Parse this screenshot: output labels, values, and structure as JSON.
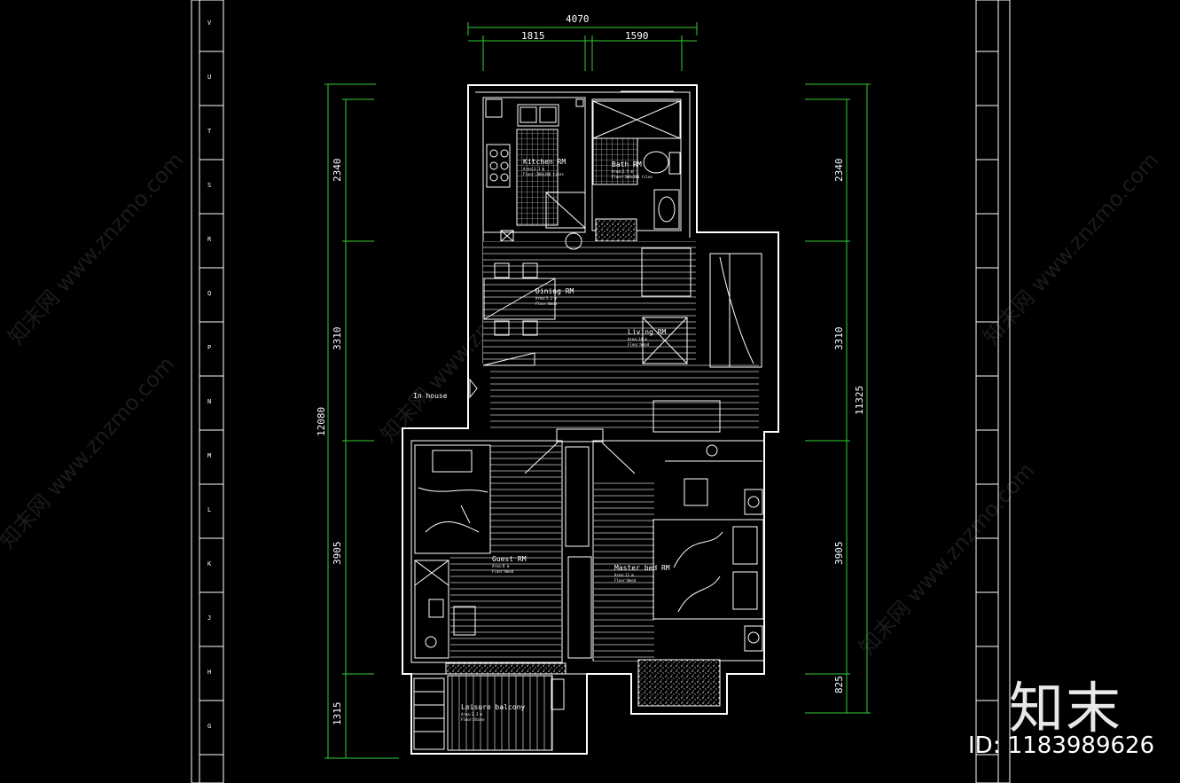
{
  "drawing": {
    "overall_width": "4070",
    "width_left": "1815",
    "width_right": "1590",
    "overall_height_left": "12080",
    "overall_height_right": "11325",
    "left_segments": [
      "2340",
      "3310",
      "3905",
      "1315"
    ],
    "right_segments": [
      "2340",
      "3310",
      "3905",
      "825"
    ],
    "entry_label": "In house",
    "grid_ticks": [
      "V",
      "U",
      "T",
      "S",
      "R",
      "Q",
      "P",
      "N",
      "M",
      "L",
      "K",
      "J",
      "H",
      "G"
    ]
  },
  "rooms": {
    "kitchen": {
      "name": "Kitchen RM",
      "line1": "Area:3.1 m",
      "line2": "Floor:300x300 tiles"
    },
    "bath": {
      "name": "Bath RM",
      "line1": "Area:2.5 m",
      "line2": "Floor:300x300 tiles"
    },
    "dining": {
      "name": "Dining RM",
      "line1": "Area:5.2 m",
      "line2": "Floor:Wood"
    },
    "living": {
      "name": "Living RM",
      "line1": "Area:14 m",
      "line2": "Floor:Wood"
    },
    "guest": {
      "name": "Guest RM",
      "line1": "Area:8 m",
      "line2": "Floor:Wood"
    },
    "master": {
      "name": "Master bed RM",
      "line1": "Area:12 m",
      "line2": "Floor:Wood"
    },
    "balcony": {
      "name": "Leisure balcony",
      "line1": "Area:3.3 m",
      "line2": "Floor:Stone"
    }
  },
  "watermark": {
    "text": "知末网 www.znzmo.com",
    "logo_text": "知末",
    "id_text": "ID: 1183989626"
  },
  "colors": {
    "background": "#000000",
    "linework": "#ffffff",
    "dimension": "#33cc33"
  }
}
